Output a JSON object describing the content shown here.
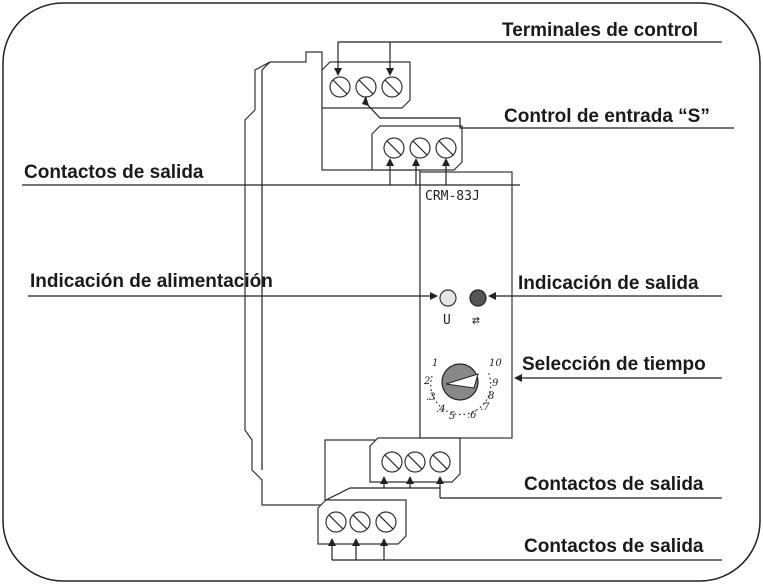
{
  "labels": {
    "terminales_control": "Terminales de control",
    "control_entrada": "Control de entrada “S”",
    "contactos_salida_top": "Contactos de salida",
    "indicacion_alimentacion": "Indicación de alimentación",
    "indicacion_salida": "Indicación de salida",
    "seleccion_tiempo": "Selección de tiempo",
    "contactos_salida_bottom1": "Contactos de salida",
    "contactos_salida_bottom2": "Contactos de salida"
  },
  "device": {
    "model": "CRM-83J",
    "led_power_label": "U",
    "led_output_label": "⇄"
  },
  "dial_scale": [
    "1",
    "2",
    ".3",
    ".4",
    "5",
    ".6",
    ".7",
    "8",
    "9",
    "10"
  ],
  "colors": {
    "frame": "#222222",
    "led_power": "#e6e6e6",
    "led_output": "#555555"
  }
}
